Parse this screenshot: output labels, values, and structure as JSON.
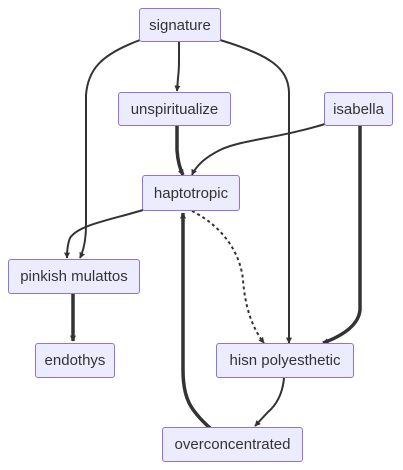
{
  "nodes": {
    "signature": "signature",
    "unspiritualize": "unspiritualize",
    "isabella": "isabella",
    "haptotropic": "haptotropic",
    "pinkish_mulattos": "pinkish mulattos",
    "endothys": "endothys",
    "hisn_polyesthetic": "hisn polyesthetic",
    "overconcentrated": "overconcentrated"
  },
  "edges": [
    {
      "from": "signature",
      "to": "unspiritualize",
      "style": "normal"
    },
    {
      "from": "signature",
      "to": "pinkish_mulattos",
      "style": "normal"
    },
    {
      "from": "signature",
      "to": "hisn_polyesthetic",
      "style": "normal"
    },
    {
      "from": "unspiritualize",
      "to": "haptotropic",
      "style": "thick"
    },
    {
      "from": "isabella",
      "to": "haptotropic",
      "style": "normal"
    },
    {
      "from": "isabella",
      "to": "hisn_polyesthetic",
      "style": "thick"
    },
    {
      "from": "haptotropic",
      "to": "pinkish_mulattos",
      "style": "normal"
    },
    {
      "from": "haptotropic",
      "to": "hisn_polyesthetic",
      "style": "dotted"
    },
    {
      "from": "pinkish_mulattos",
      "to": "endothys",
      "style": "thick"
    },
    {
      "from": "hisn_polyesthetic",
      "to": "overconcentrated",
      "style": "normal"
    },
    {
      "from": "overconcentrated",
      "to": "haptotropic",
      "style": "thick"
    }
  ],
  "colors": {
    "node_fill": "#ECECFF",
    "node_stroke": "#9370DB",
    "edge": "#333333",
    "text": "#333333"
  }
}
